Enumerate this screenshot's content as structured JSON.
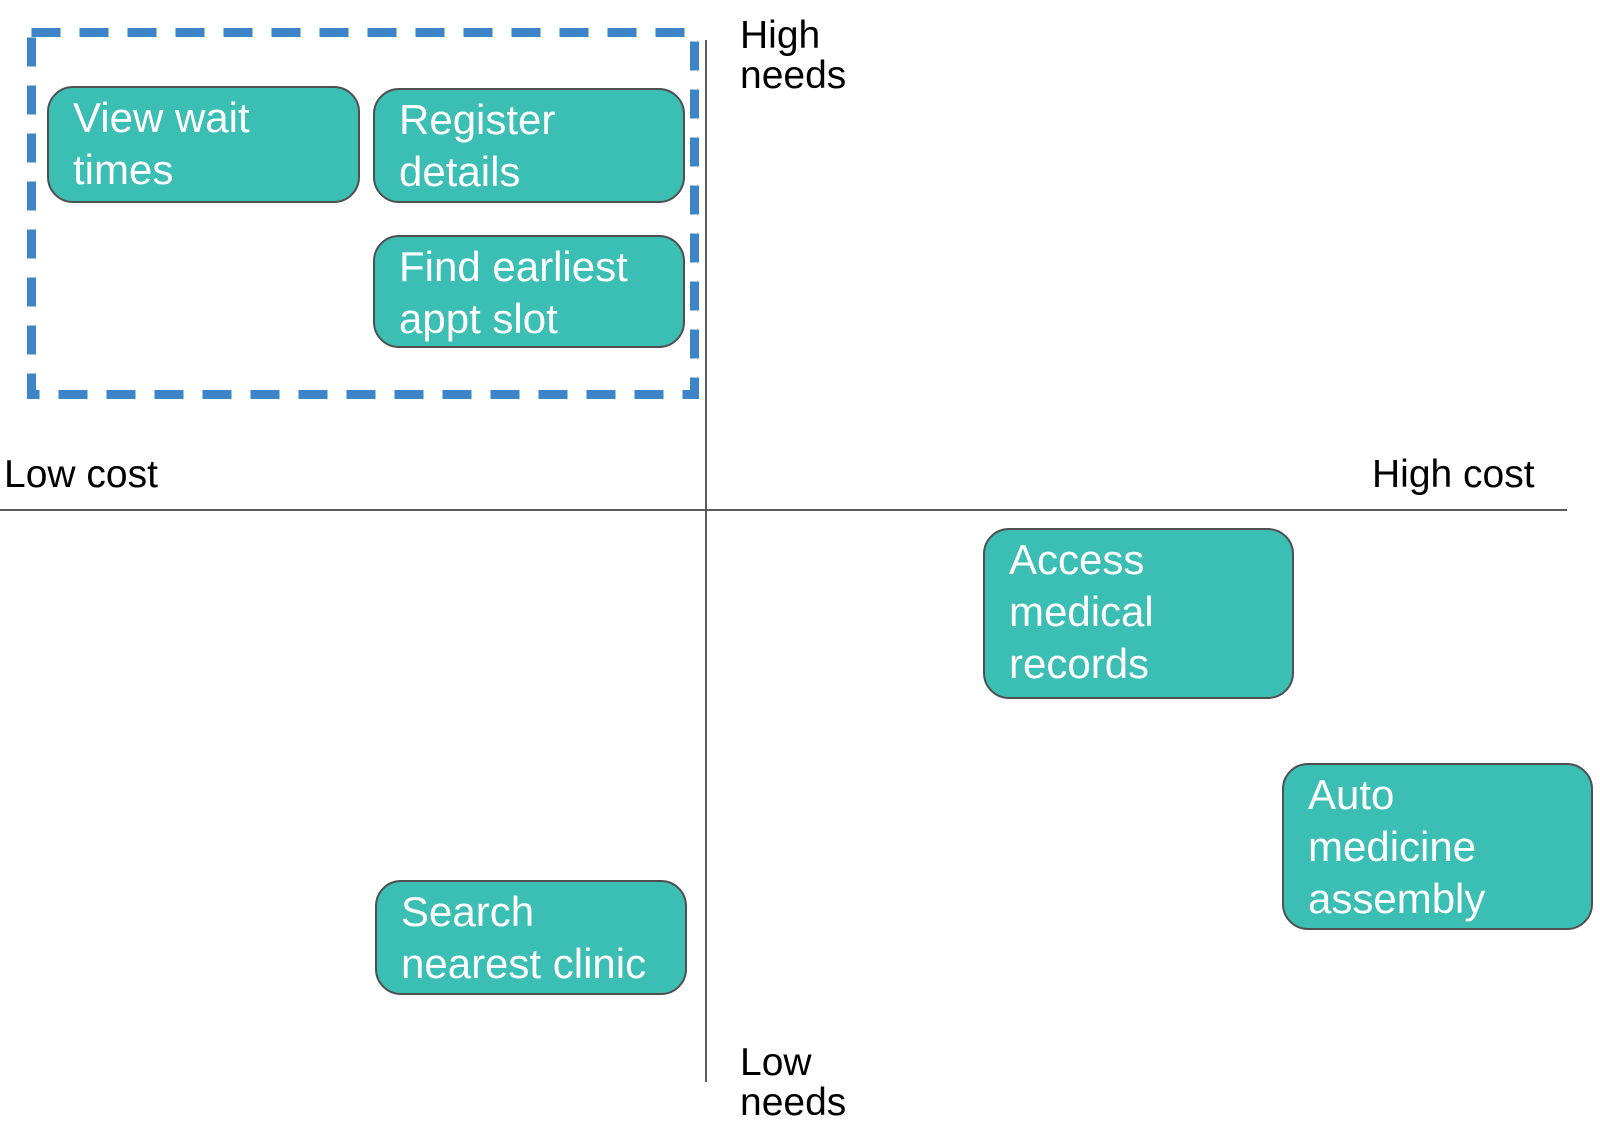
{
  "diagram_type": "priority-matrix-2x2",
  "axes": {
    "y_top_label": "High needs",
    "y_bottom_label": "Low needs",
    "x_left_label": "Low cost",
    "x_right_label": "High cost"
  },
  "nodes": [
    {
      "id": "view-wait-times",
      "label": "View wait times",
      "quadrant": "high-needs-low-cost",
      "highlighted": true
    },
    {
      "id": "register-details",
      "label": "Register details",
      "quadrant": "high-needs-low-cost",
      "highlighted": true
    },
    {
      "id": "find-earliest-appt-slot",
      "label": "Find earliest appt slot",
      "quadrant": "high-needs-low-cost",
      "highlighted": true
    },
    {
      "id": "access-medical-records",
      "label": "Access medical records",
      "quadrant": "low-needs-high-cost",
      "highlighted": false
    },
    {
      "id": "auto-medicine-assembly",
      "label": "Auto medicine assembly",
      "quadrant": "low-needs-high-cost",
      "highlighted": false
    },
    {
      "id": "search-nearest-clinic",
      "label": "Search nearest clinic",
      "quadrant": "low-needs-low-cost",
      "highlighted": false
    }
  ],
  "highlight_region": {
    "description": "Dashed blue rectangle grouping the high-needs / low-cost tasks",
    "quadrant": "high-needs-low-cost"
  },
  "colors": {
    "node_fill": "#3bbeb4",
    "node_border": "#4f4f4f",
    "node_text": "#ffffff",
    "axis_line": "#5a5a5a",
    "axis_text": "#000000",
    "highlight_dash": "#3d85c6",
    "background": "#ffffff"
  }
}
